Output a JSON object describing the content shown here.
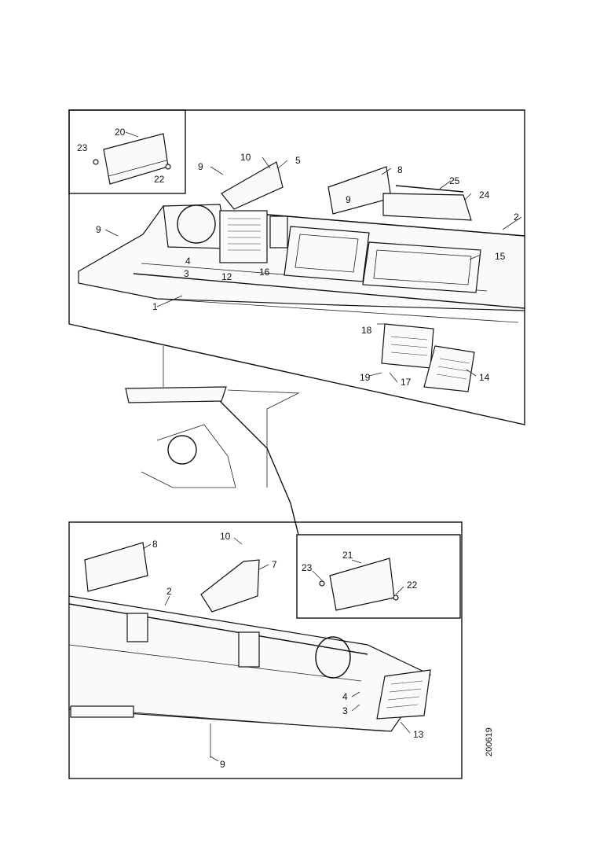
{
  "figure_code": "200619",
  "callouts": {
    "c20": "20",
    "c23a": "23",
    "c22a": "22",
    "c10a": "10",
    "c9a": "9",
    "c5": "5",
    "c8a": "8",
    "c9panel": "9",
    "c25": "25",
    "c24": "24",
    "c2a": "2",
    "c9b": "9",
    "c4a": "4",
    "c3a": "3",
    "c12": "12",
    "c16a": "16",
    "c15": "15",
    "c1": "1",
    "c18": "18",
    "c19": "19",
    "c17": "17",
    "c14": "14",
    "c10b": "10",
    "c8b": "8",
    "c7": "7",
    "c2b": "2",
    "c21": "21",
    "c23b": "23",
    "c22b": "22",
    "c4b": "4",
    "c3b": "3",
    "c13": "13",
    "c9c": "9"
  }
}
